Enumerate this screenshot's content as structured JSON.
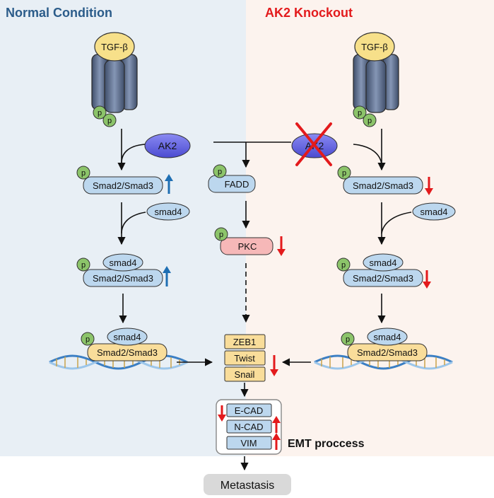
{
  "panels": {
    "left_title": "Normal Condition",
    "right_title": "AK2 Knockout"
  },
  "labels": {
    "tgfb": "TGF-β",
    "p": "p",
    "ak2": "AK2",
    "smad23": "Smad2/Smad3",
    "smad4": "smad4",
    "fadd": "FADD",
    "pkc": "PKC",
    "zeb1": "ZEB1",
    "twist": "Twist",
    "snail": "Snail",
    "ecad": "E-CAD",
    "ncad": "N-CAD",
    "vim": "VIM",
    "emt": "EMT proccess",
    "metastasis": "Metastasis"
  },
  "colors": {
    "left_bg": "#e8eff5",
    "right_bg": "#fcf3ee",
    "left_title": "#2b5c8a",
    "right_title": "#e31a1c",
    "up_arrow_blue": "#1f6fb3",
    "down_arrow_red": "#e31a1c",
    "receptor": "#5e6f8f",
    "tgfb": "#f7e08a",
    "phospho": "#8cc46a",
    "ak2": "#6a6ae6",
    "smad": "#bcd7ee",
    "pkc": "#f6b8b8",
    "box_yellow": "#f9dd9a",
    "box_blue": "#bcd7ee",
    "metastasis": "#d9d9d9"
  },
  "icons": [
    "dna-helix-icon",
    "tgf-beta-receptor-icon",
    "cross-mark-icon",
    "up-arrow-icon",
    "down-arrow-icon"
  ]
}
